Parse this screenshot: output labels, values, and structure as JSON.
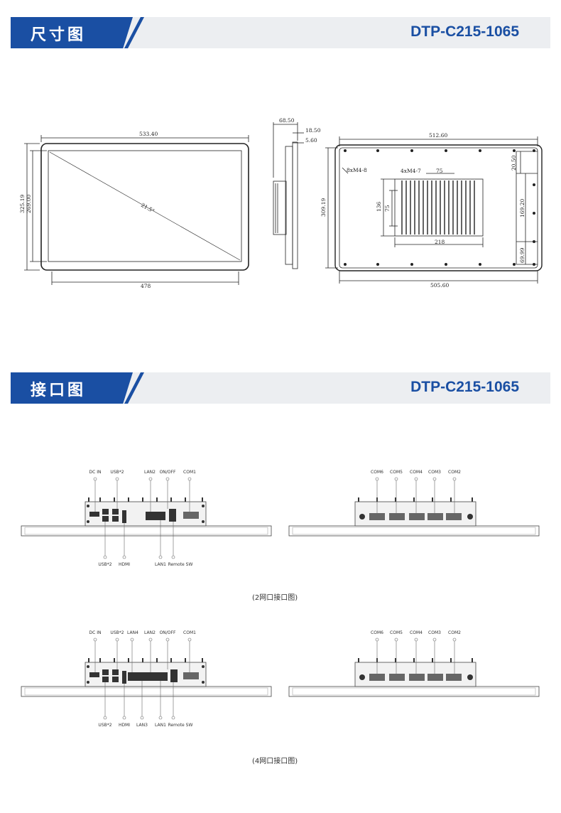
{
  "section1": {
    "title": "尺寸图",
    "model": "DTP-C215-1065"
  },
  "section2": {
    "title": "接口图",
    "model": "DTP-C215-1065"
  },
  "dims": {
    "front_width": "533.40",
    "front_height_outer": "325.19",
    "front_height_inner": "269.00",
    "diag": "21.5\"",
    "front_bottom": "478",
    "side_depth": "68.50",
    "side_a": "18.50",
    "side_b": "5.60",
    "rear_width_top": "512.60",
    "rear_height": "309.19",
    "screw": "8xM4-8",
    "box_screw": "4xM4-7",
    "box_75w": "75",
    "box_136": "136",
    "box_75h": "75",
    "box_218": "218",
    "r_2050": "20.50",
    "r_16920": "169.20",
    "r_6999": "69.99",
    "rear_width_bottom": "505.60"
  },
  "ports_2lan": {
    "top_left": [
      "DC IN",
      "USB*2",
      "LAN2",
      "ON/OFF",
      "COM1"
    ],
    "bottom_left": [
      "USB*2",
      "HDMI",
      "LAN1",
      "Remote SW"
    ],
    "top_right": [
      "COM6",
      "COM5",
      "COM4",
      "COM3",
      "COM2"
    ],
    "caption": "(2网口接口图)"
  },
  "ports_4lan": {
    "top_left": [
      "DC IN",
      "USB*2",
      "LAN4",
      "LAN2",
      "ON/OFF",
      "COM1"
    ],
    "bottom_left": [
      "USB*2",
      "HDMI",
      "LAN3",
      "LAN1",
      "Remote SW"
    ],
    "top_right": [
      "COM6",
      "COM5",
      "COM4",
      "COM3",
      "COM2"
    ],
    "caption": "(4网口接口图)"
  }
}
